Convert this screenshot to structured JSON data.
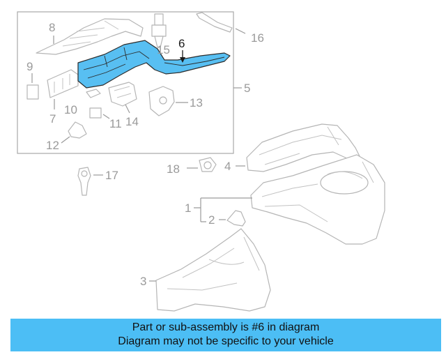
{
  "callouts": {
    "c1": "1",
    "c2": "2",
    "c3": "3",
    "c4": "4",
    "c5": "5",
    "c6": "6",
    "c7": "7",
    "c8": "8",
    "c9": "9",
    "c10": "10",
    "c11": "11",
    "c12": "12",
    "c13": "13",
    "c14": "14",
    "c15": "15",
    "c16": "16",
    "c17": "17",
    "c18": "18"
  },
  "highlight": {
    "part": "6",
    "color": "#58bff2"
  },
  "banner": {
    "line1": "Part or sub-assembly is #6 in diagram",
    "line2": "Diagram may not be specific to your vehicle",
    "color": "#4cbef5"
  }
}
